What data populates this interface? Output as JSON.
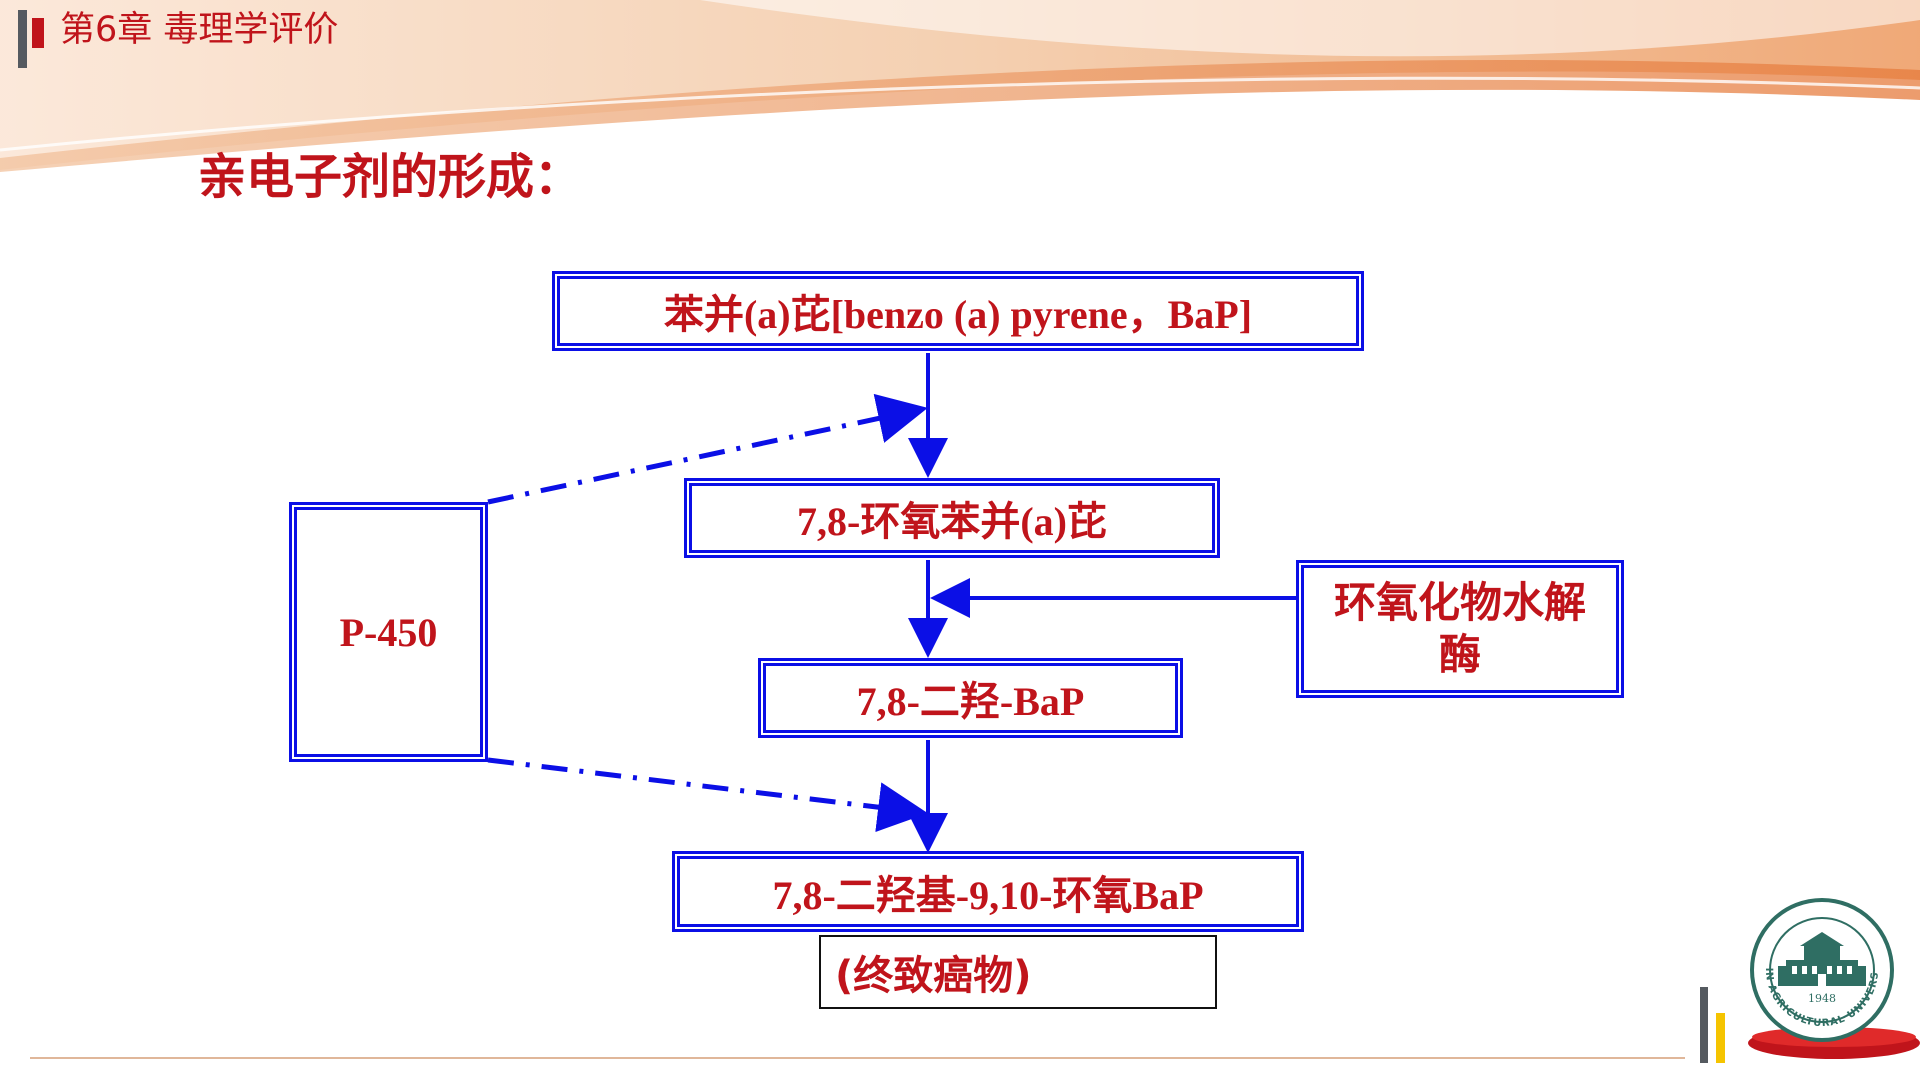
{
  "header": {
    "chapter_title": "第6章 毒理学评价"
  },
  "page_heading": "亲电子剂的形成：",
  "diagram": {
    "bap": "苯并(a)芘[benzo (a) pyrene，BaP]",
    "epoxide": "7,8-环氧苯并(a)芘",
    "diol": "7,8-二羟-BaP",
    "diol_epoxide": "7,8-二羟基-9,10-环氧BaP",
    "carcinogen": "(终致癌物)",
    "p450": "P-450",
    "hydrolase": "环氧化物水解酶"
  },
  "logo": {
    "year": "1948",
    "name": "JILIN AGRICULTURAL UNIVERSITY"
  },
  "colors": {
    "accent_red": "#c0141b",
    "box_blue": "#0b0fe6"
  }
}
